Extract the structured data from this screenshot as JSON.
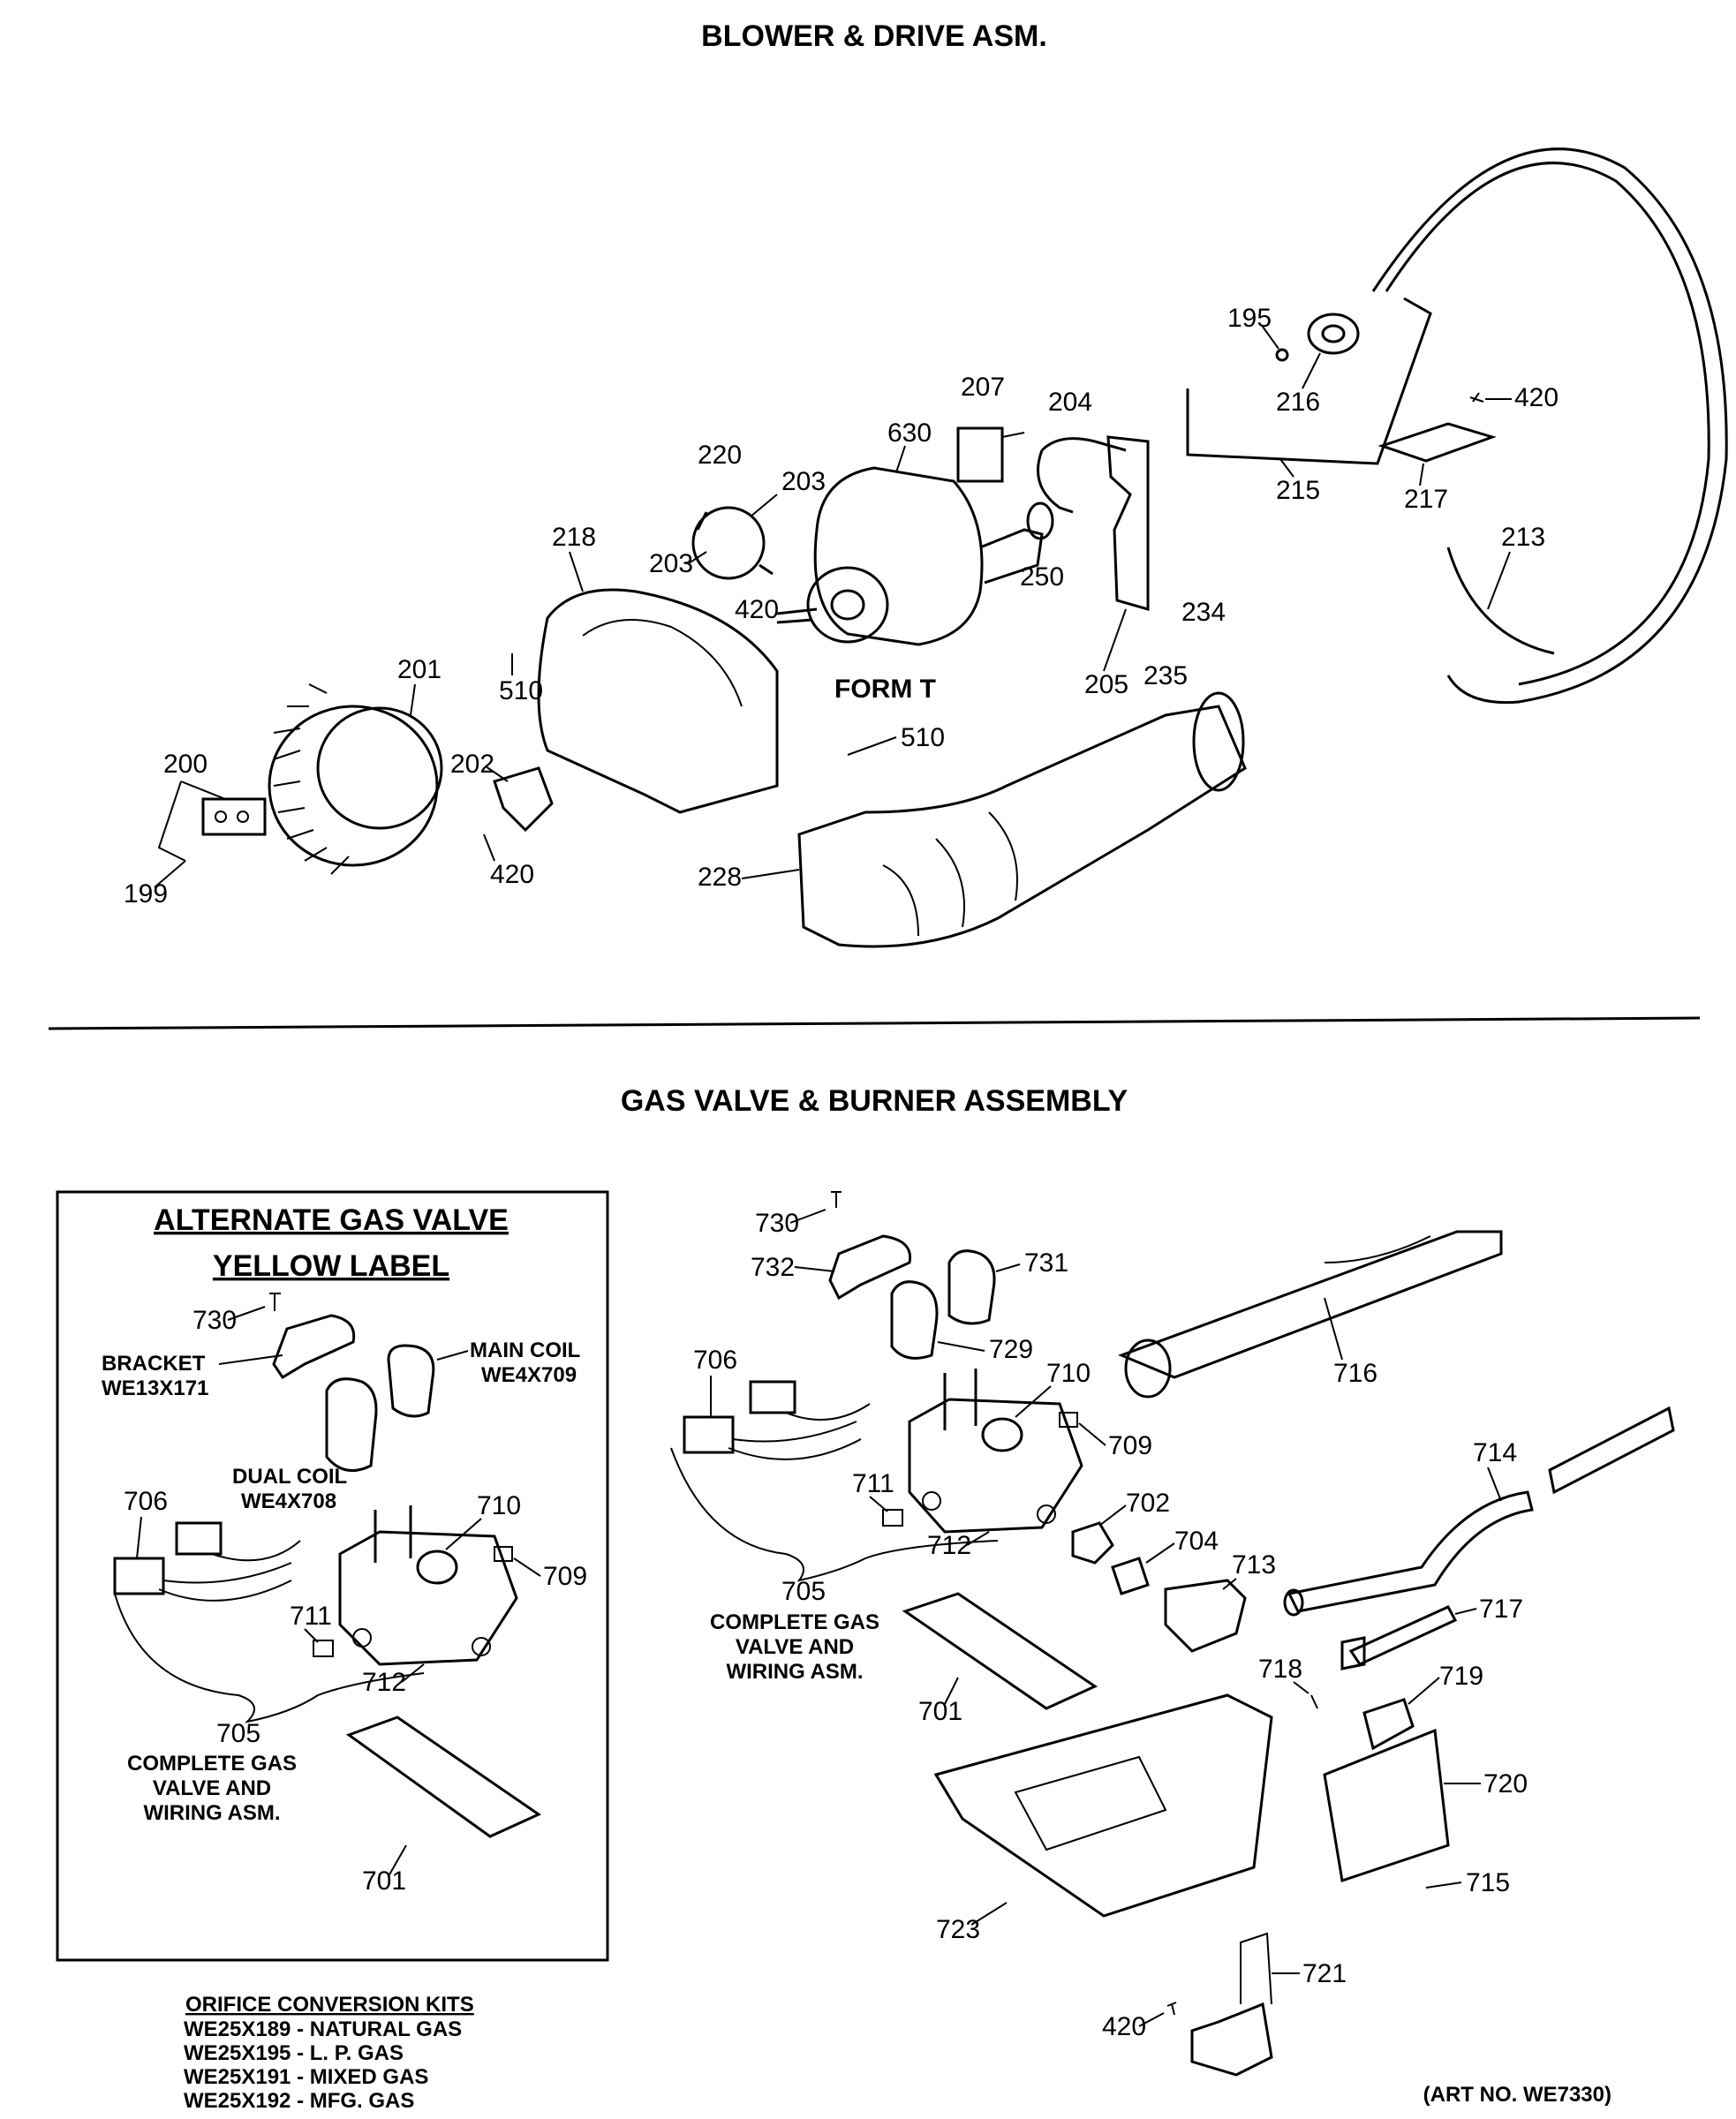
{
  "sections": {
    "blower_title": "BLOWER & DRIVE ASM.",
    "gas_title": "GAS VALVE & BURNER ASSEMBLY"
  },
  "blower": {
    "form_label": "FORM T",
    "callouts": {
      "c195": "195",
      "c216": "216",
      "c420a": "420",
      "c207": "207",
      "c204": "204",
      "c630": "630",
      "c220": "220",
      "c203a": "203",
      "c203b": "203",
      "c420b": "420",
      "c218": "218",
      "c250": "250",
      "c215": "215",
      "c217": "217",
      "c213": "213",
      "c234": "234",
      "c235": "235",
      "c205": "205",
      "c201": "201",
      "c510a": "510",
      "c510b": "510",
      "c200": "200",
      "c202": "202",
      "c420c": "420",
      "c199": "199",
      "c228": "228"
    }
  },
  "alternate": {
    "title_line1": "ALTERNATE GAS VALVE",
    "title_line2": "YELLOW LABEL",
    "c730": "730",
    "bracket_label": "BRACKET",
    "bracket_part": "WE13X171",
    "main_coil_label": "MAIN COIL",
    "main_coil_part": "WE4X709",
    "dual_coil_label": "DUAL COIL",
    "dual_coil_part": "WE4X708",
    "c706": "706",
    "c710": "710",
    "c709": "709",
    "c711": "711",
    "c712": "712",
    "c705": "705",
    "complete_line1": "COMPLETE GAS",
    "complete_line2": "VALVE AND",
    "complete_line3": "WIRING ASM.",
    "c701": "701"
  },
  "orifice": {
    "title": "ORIFICE CONVERSION KITS",
    "kits": [
      "WE25X189 - NATURAL GAS",
      "WE25X195 - L. P. GAS",
      "WE25X191 - MIXED GAS",
      "WE25X192 - MFG. GAS"
    ]
  },
  "gas": {
    "callouts": {
      "c730": "730",
      "c732": "732",
      "c731": "731",
      "c729": "729",
      "c706": "706",
      "c710": "710",
      "c709": "709",
      "c711": "711",
      "c712": "712",
      "c702": "702",
      "c704": "704",
      "c713": "713",
      "c716": "716",
      "c714": "714",
      "c717": "717",
      "c705": "705",
      "c701": "701",
      "c718": "718",
      "c719": "719",
      "c720": "720",
      "c715": "715",
      "c723": "723",
      "c721": "721",
      "c420": "420"
    },
    "complete_line1": "COMPLETE GAS",
    "complete_line2": "VALVE AND",
    "complete_line3": "WIRING ASM."
  },
  "art_no": "(ART NO. WE7330)"
}
